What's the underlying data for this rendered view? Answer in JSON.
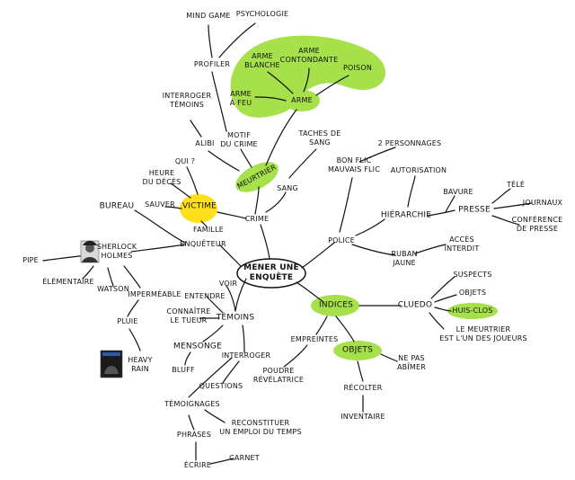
{
  "colors": {
    "highlight": "#a6e04a",
    "victim_highlight": "#ffde1a",
    "ink": "#111111"
  },
  "center": "MENER UNE\nENQUÊTE",
  "nodes": {
    "crime": "CRIME",
    "meurtrier": "MEURTRIER",
    "victime": "VICTIME",
    "arme": "ARME",
    "arme_blanche": "ARME\nBLANCHE",
    "arme_contondante": "ARME\nCONTONDANTE",
    "poison": "POISON",
    "arme_feu": "ARME\nÀ FEU",
    "mobile": "MOTIF\nDU CRIME",
    "profiler": "PROFILER",
    "mind_game": "MIND GAME",
    "psychologie": "PSYCHOLOGIE",
    "interroger_temoins": "INTERROGER\nTÉMOINS",
    "alibi": "ALIBI",
    "qui": "QUI ?",
    "heure_deces": "HEURE\nDU DÉCÈS",
    "sauver": "SAUVER",
    "famille": "FAMILLE",
    "bureau": "BUREAU",
    "taches_sang": "TACHES DE\nSANG",
    "sang": "SANG",
    "police": "POLICE",
    "bon_flic": "BON FLIC\nMAUVAIS FLIC",
    "deux_personnages": "2 PERSONNAGES",
    "hierarchie": "HIÉRARCHIE",
    "autorisation": "AUTORISATION",
    "bavure": "BAVURE",
    "presse": "PRESSE",
    "tele": "TÉLÉ",
    "journaux": "JOURNAUX",
    "conference": "CONFÉRENCE\nDE PRESSE",
    "ruban": "RUBAN\nJAUNE",
    "acces_interdit": "ACCÈS\nINTERDIT",
    "enqueteur": "ENQUÊTEUR",
    "sherlock": "SHERLOCK\nHOLMES",
    "pipe": "PIPE",
    "elementaire": "ÉLÉMENTAIRE",
    "watson": "WATSON",
    "impermeable": "IMPERMÉABLE",
    "pluie": "PLUIE",
    "heavy_rain": "HEAVY\nRAIN",
    "indices": "INDICES",
    "cluedo": "CLUEDO",
    "suspects": "SUSPECTS",
    "objets_list": "OBJETS",
    "huis_clos": "HUIS-CLOS",
    "meurtrier_joueurs": "LE MEURTRIER\nEST L'UN DES JOUEURS",
    "empreintes": "EMPREINTES",
    "poudre": "POUDRE\nRÉVÉLATRICE",
    "objets": "OBJETS",
    "ne_pas_abimer": "NE PAS\nABÎMER",
    "recolter": "RÉCOLTER",
    "inventaire": "INVENTAIRE",
    "temoins": "TÉMOINS",
    "voir": "VOIR",
    "entendre": "ENTENDRE",
    "connaitre_tueur": "CONNAÎTRE\nLE TUEUR",
    "mensonge": "MENSONGE",
    "bluff": "BLUFF",
    "interroger": "INTERROGER",
    "questions": "QUESTIONS",
    "temoignages": "TÉMOIGNAGES",
    "reconstituer": "RECONSTITUER\nUN EMPLOI DU TEMPS",
    "phrases": "PHRASES",
    "ecrire": "ÉCRIRE",
    "carnet": "CARNET"
  },
  "images": {
    "sherlock_portrait": "sherlock-portrait",
    "heavy_rain_cover_text": "HEAVY RAIN"
  }
}
